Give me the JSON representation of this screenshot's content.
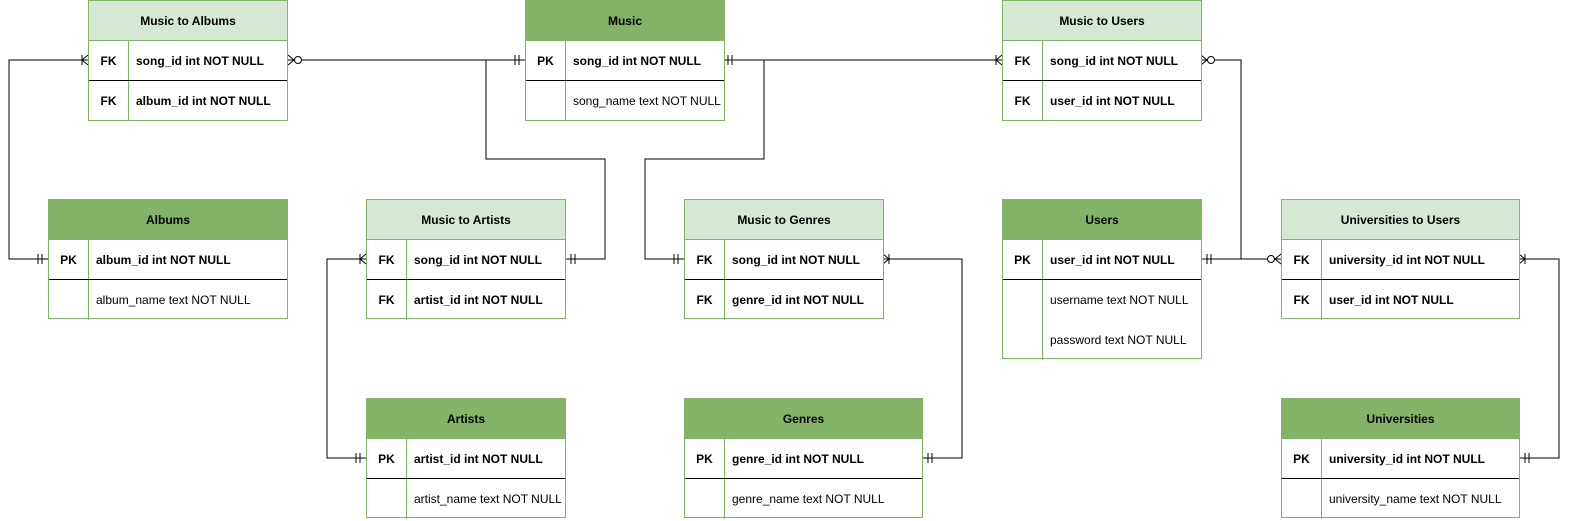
{
  "colors": {
    "header_main": "#82b366",
    "header_junction": "#d5e8d4",
    "border": "#82b366",
    "line": "#000000"
  },
  "entities": {
    "music_to_albums": {
      "title": "Music to Albums",
      "rows": [
        {
          "key": "FK",
          "field": "song_id int NOT NULL"
        },
        {
          "key": "FK",
          "field": "album_id int NOT NULL"
        }
      ]
    },
    "music": {
      "title": "Music",
      "rows": [
        {
          "key": "PK",
          "field": "song_id int NOT NULL"
        },
        {
          "key": "",
          "field": "song_name text NOT NULL"
        }
      ]
    },
    "music_to_users": {
      "title": "Music to Users",
      "rows": [
        {
          "key": "FK",
          "field": "song_id int NOT NULL"
        },
        {
          "key": "FK",
          "field": "user_id int NOT NULL"
        }
      ]
    },
    "albums": {
      "title": "Albums",
      "rows": [
        {
          "key": "PK",
          "field": "album_id int NOT NULL"
        },
        {
          "key": "",
          "field": "album_name text NOT NULL"
        }
      ]
    },
    "music_to_artists": {
      "title": "Music to Artists",
      "rows": [
        {
          "key": "FK",
          "field": "song_id int NOT NULL"
        },
        {
          "key": "FK",
          "field": "artist_id int NOT NULL"
        }
      ]
    },
    "music_to_genres": {
      "title": "Music to Genres",
      "rows": [
        {
          "key": "FK",
          "field": "song_id int NOT NULL"
        },
        {
          "key": "FK",
          "field": "genre_id int NOT NULL"
        }
      ]
    },
    "users": {
      "title": "Users",
      "rows": [
        {
          "key": "PK",
          "field": "user_id int NOT NULL"
        },
        {
          "key": "",
          "field": "username text NOT NULL"
        },
        {
          "key": "",
          "field": "password text NOT NULL"
        }
      ]
    },
    "universities_to_users": {
      "title": "Universities to Users",
      "rows": [
        {
          "key": "FK",
          "field": "university_id int NOT NULL"
        },
        {
          "key": "FK",
          "field": "user_id int NOT NULL"
        }
      ]
    },
    "artists": {
      "title": "Artists",
      "rows": [
        {
          "key": "PK",
          "field": "artist_id int NOT NULL"
        },
        {
          "key": "",
          "field": "artist_name text NOT NULL"
        }
      ]
    },
    "genres": {
      "title": "Genres",
      "rows": [
        {
          "key": "PK",
          "field": "genre_id int NOT NULL"
        },
        {
          "key": "",
          "field": "genre_name text NOT NULL"
        }
      ]
    },
    "universities": {
      "title": "Universities",
      "rows": [
        {
          "key": "PK",
          "field": "university_id int NOT NULL"
        },
        {
          "key": "",
          "field": "university_name text NOT NULL"
        }
      ]
    }
  }
}
